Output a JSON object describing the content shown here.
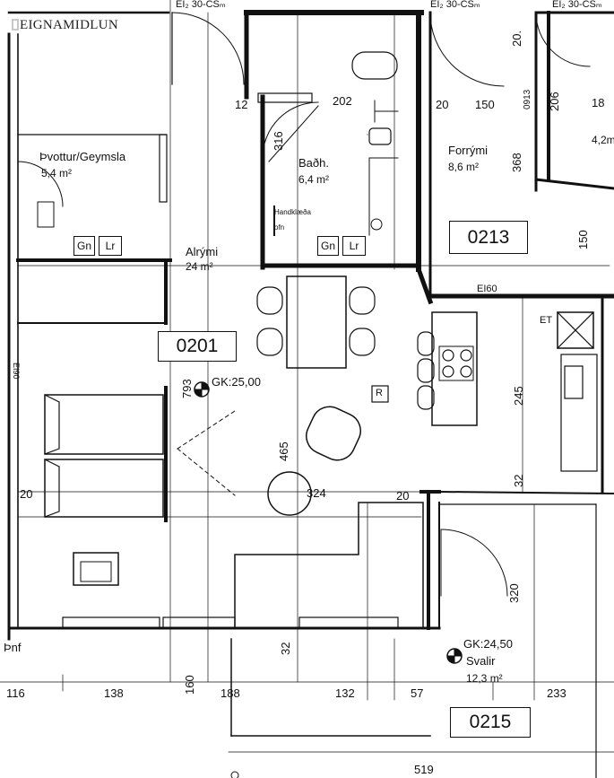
{
  "logo": {
    "text": "EIGNAMIDLUN"
  },
  "units": {
    "main": "0201",
    "stair": "0213",
    "balcony": "0215"
  },
  "rooms": {
    "laundry": {
      "name": "Þvottur/Geymsla",
      "area": "5,4 m²",
      "tags": [
        "Gn",
        "Lr"
      ]
    },
    "bath": {
      "name": "Baðh.",
      "area": "6,4 m²",
      "tags": [
        "Gn",
        "Lr"
      ],
      "note1": "Handklæða",
      "note2": "ofn"
    },
    "living": {
      "name": "Alrými",
      "area": "24 m²"
    },
    "hall": {
      "name": "Forrými",
      "area": "8,6 m²"
    },
    "balcony": {
      "name": "Svalir",
      "area": "12,3 m²"
    },
    "side": {
      "area": "4,2m"
    }
  },
  "levels": {
    "main": "GK:25,00",
    "balcony": "GK:24,50"
  },
  "symbols": {
    "r": "R",
    "et": "ET"
  },
  "fire": {
    "top1": "EI₂ 30-CSₘ",
    "top2": "EI₂ 30-CSₘ",
    "top3": "EI₂ 30-CSₘ",
    "ei60": "EI60",
    "ei90": "EI90"
  },
  "labels": {
    "pnf": "Þnf"
  },
  "dims": {
    "d12": "12",
    "d202": "202",
    "d20a": "20",
    "d150a": "150",
    "d0913": "0913",
    "d206": "206",
    "d18": "18",
    "d20b": "20.",
    "d316": "316",
    "d368": "368",
    "d150b": "150",
    "d245": "245",
    "d793": "793",
    "d465": "465",
    "d324": "324",
    "d20c": "20",
    "d20d": "20",
    "d32a": "32",
    "d320": "320",
    "d32b": "32",
    "d160": "160",
    "b116": "116",
    "b138": "138",
    "b188": "188",
    "b132": "132",
    "b57": "57",
    "b233": "233",
    "b519": "519"
  },
  "icons": {
    "logo": "logo-mark-icon",
    "level": "level-marker-icon"
  }
}
